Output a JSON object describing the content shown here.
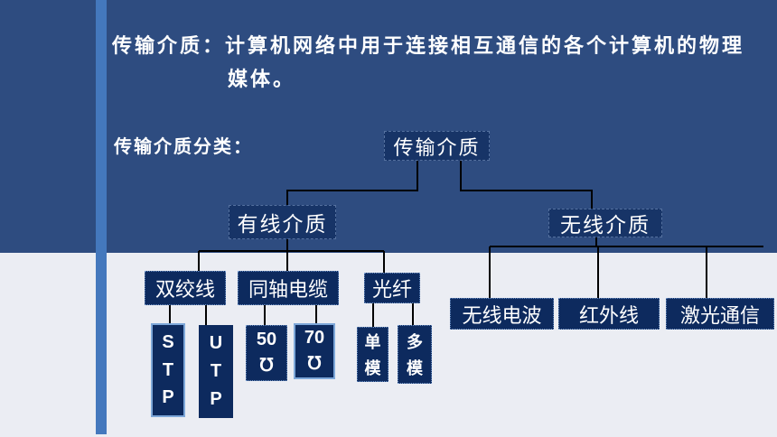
{
  "slide": {
    "title": {
      "line1": "传输介质：计算机网络中用于连接相互通信的各个计算机的物理",
      "line2": "媒体。"
    },
    "section_label": "传输介质分类：",
    "tree": {
      "root": "传输介质",
      "wired": "有线介质",
      "wireless": "无线介质",
      "twisted_pair": "双绞线",
      "coaxial": "同轴电缆",
      "fiber": "光纤",
      "stp": [
        "S",
        "T",
        "P"
      ],
      "utp": [
        "U",
        "T",
        "P"
      ],
      "ohm50": [
        "50",
        "℧"
      ],
      "ohm70": [
        "70",
        "℧"
      ],
      "single_mode": [
        "单",
        "模"
      ],
      "multi_mode": [
        "多",
        "模"
      ],
      "radio": "无线电波",
      "infrared": "红外线",
      "laser": "激光通信"
    },
    "colors": {
      "top_background": "#2e4c80",
      "bottom_background": "#ebedf3",
      "accent_stripe": "#4478bd",
      "node_fill": "#0d2a5e",
      "node_fill_upper": "#173467",
      "node_border_light": "#7da7d9",
      "connector": "#000000",
      "text": "#ffffff"
    }
  }
}
